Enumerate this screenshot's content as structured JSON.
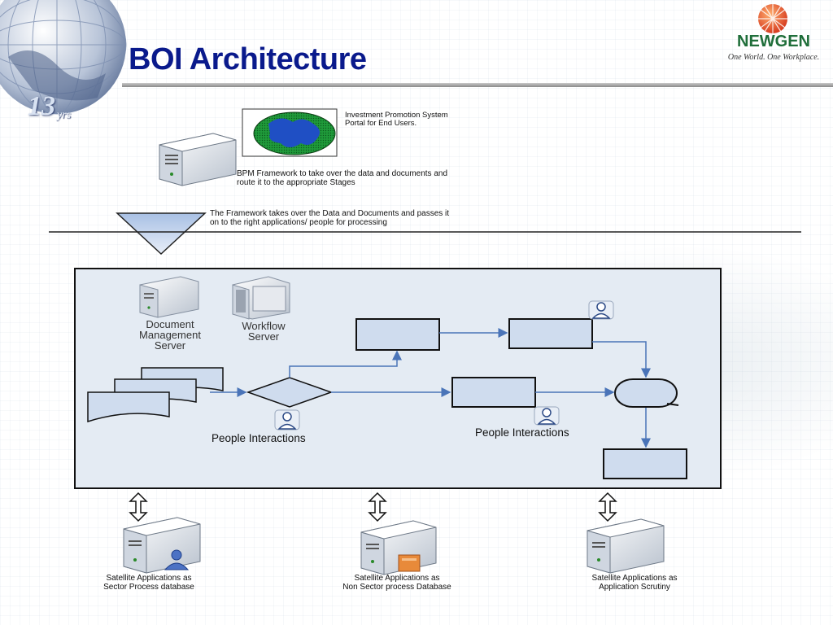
{
  "title": "BOI Architecture",
  "brand": {
    "name": "NEWGEN",
    "tagline": "One World. One Workplace."
  },
  "badge": {
    "number": "13",
    "unit": "yrs"
  },
  "annotations": {
    "portal": "Investment Promotion System\nPortal for End Users.",
    "bpm": "BPM Framework to take over the data and documents and\nroute it to the appropriate Stages",
    "framework": "The Framework takes over the Data and Documents and passes it\non to the right applications/ people for processing"
  },
  "servers": {
    "dms": "Document\nManagement\nServer",
    "workflow": "Workflow\nServer"
  },
  "people_interactions": [
    "People Interactions",
    "People Interactions"
  ],
  "satellites": [
    "Satellite Applications as\nSector Process database",
    "Satellite Applications as\nNon Sector process Database",
    "Satellite Applications as\nApplication Scrutiny"
  ],
  "colors": {
    "title": "#0a1a8c",
    "box_fill": "#cfdcee",
    "line": "#4a74b8",
    "panel": "#e4ebf3",
    "globe_land": "#1f4fc4",
    "globe_sea": "#1f9a3a",
    "brand": "#1f6e3a"
  }
}
